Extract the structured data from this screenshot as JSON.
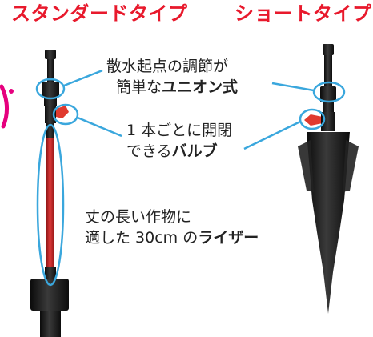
{
  "headings": {
    "standard_type": "スタンダードタイプ",
    "short_type": "ショートタイプ"
  },
  "callouts": {
    "union": {
      "line1": "散水起点の調節が",
      "line2_plain": "簡単な",
      "line2_bold": "ユニオン式"
    },
    "valve": {
      "line1": "1 本ごとに開閉",
      "line2_plain": "できる",
      "line2_bold": "バルブ"
    },
    "riser": {
      "line1": "丈の長い作物に",
      "line2_plain": "適した 30cm の",
      "line2_bold": "ライザー"
    }
  },
  "colors": {
    "heading_red": "#e8192c",
    "callout_blue": "#3aa7dd",
    "riser_red": "#d42a2a",
    "body_black": "#1a1a1a",
    "valve_red": "#e03a2f",
    "accent_pink": "#e6007e"
  },
  "icons": {
    "edge_mark": "pink-arc-icon"
  }
}
